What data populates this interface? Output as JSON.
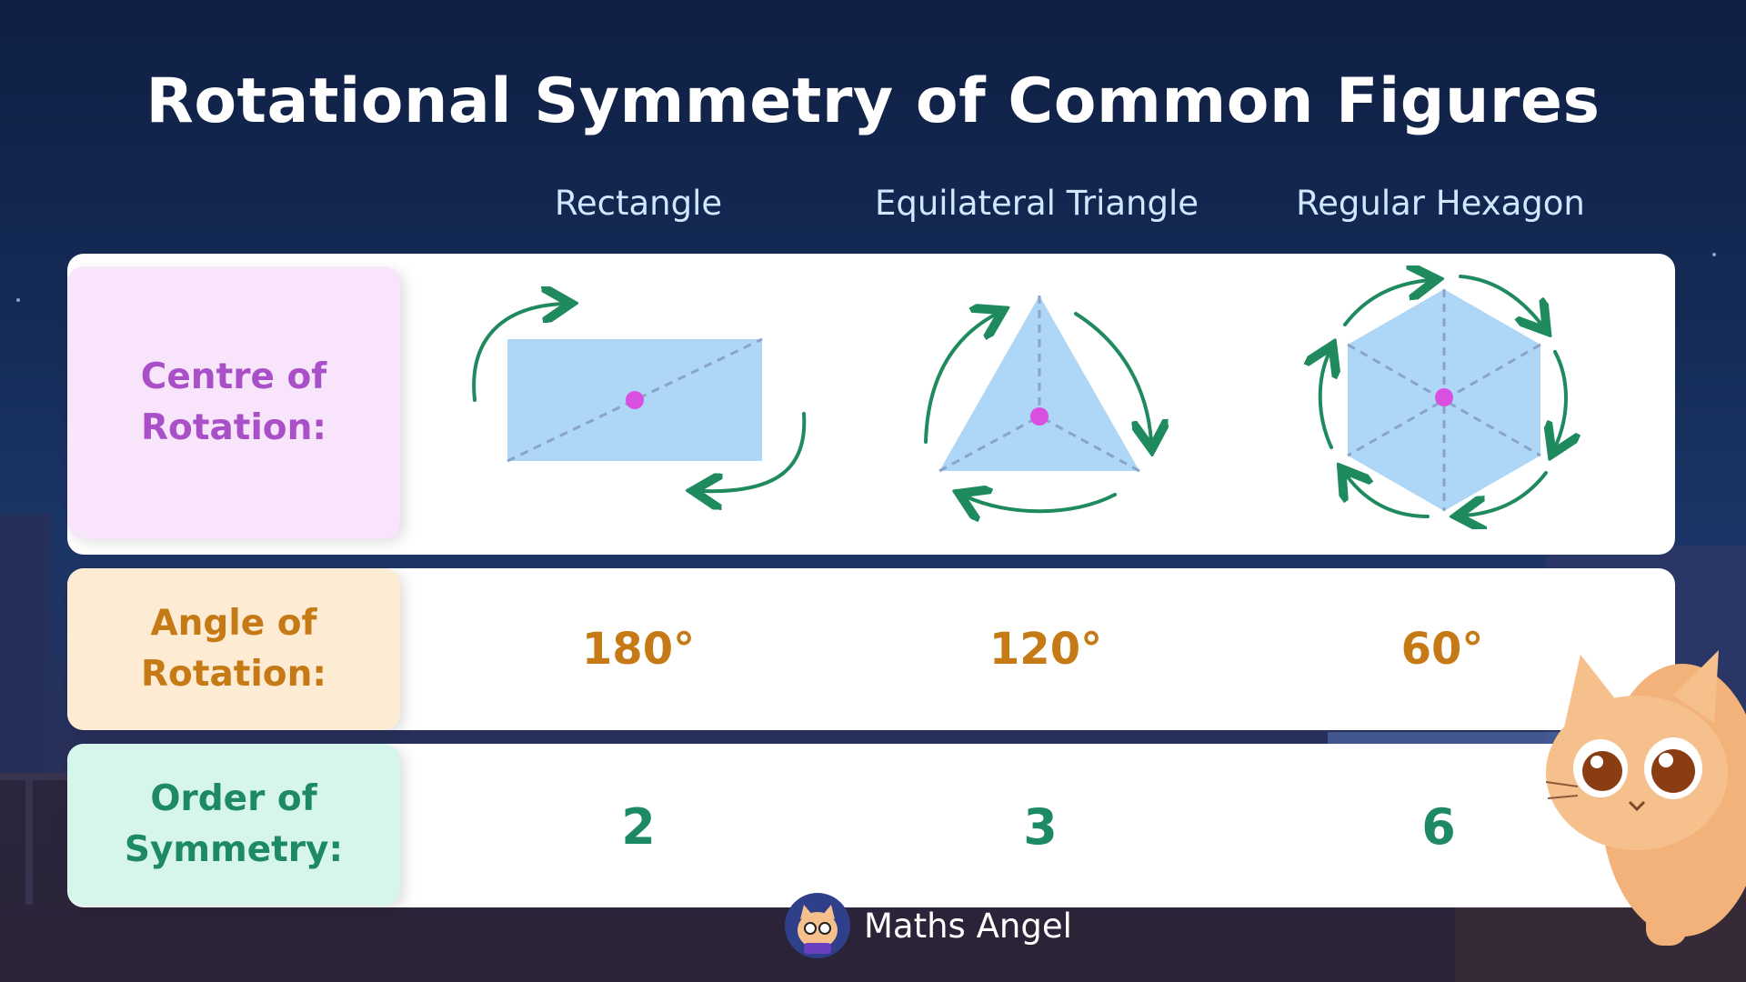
{
  "title": "Rotational Symmetry of Common Figures",
  "columns": [
    "Rectangle",
    "Equilateral Triangle",
    "Regular Hexagon"
  ],
  "rows": {
    "centre": {
      "label_line1": "Centre of",
      "label_line2": "Rotation:"
    },
    "angle": {
      "label_line1": "Angle of",
      "label_line2": "Rotation:",
      "values": [
        "180°",
        "120°",
        "60°"
      ]
    },
    "order": {
      "label_line1": "Order of",
      "label_line2": "Symmetry:",
      "values": [
        "2",
        "3",
        "6"
      ]
    }
  },
  "brand": {
    "name": "Maths Angel"
  },
  "colors": {
    "centre_label_text": "#a94fc8",
    "centre_label_bg": "#f8e4fb",
    "angle_label_text": "#c57a16",
    "angle_label_bg": "#fdebd3",
    "order_label_text": "#1d8a64",
    "order_label_bg": "#d6f6ec",
    "shape_fill": "#aed6f7",
    "arrow": "#1f8a5e",
    "centre_dot": "#d94fe0"
  },
  "icons": [
    "rotation-arrow-icon",
    "centre-dot-icon",
    "maths-angel-logo",
    "cat-mascot"
  ]
}
